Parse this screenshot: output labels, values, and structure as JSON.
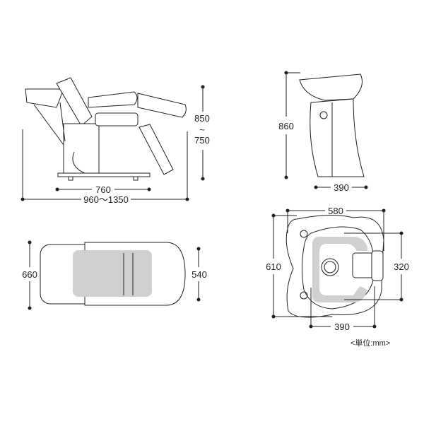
{
  "side_view": {
    "height_max": "850",
    "height_sep": "~",
    "height_min": "750",
    "base_width": "760",
    "length": "960〜1350"
  },
  "bowl_side": {
    "height": "860",
    "width": "390"
  },
  "top_view": {
    "length": "660",
    "width": "540"
  },
  "bowl_top": {
    "width": "580",
    "depth": "610",
    "inner": "320",
    "base": "390"
  },
  "unit_label": "<単位:mm>"
}
